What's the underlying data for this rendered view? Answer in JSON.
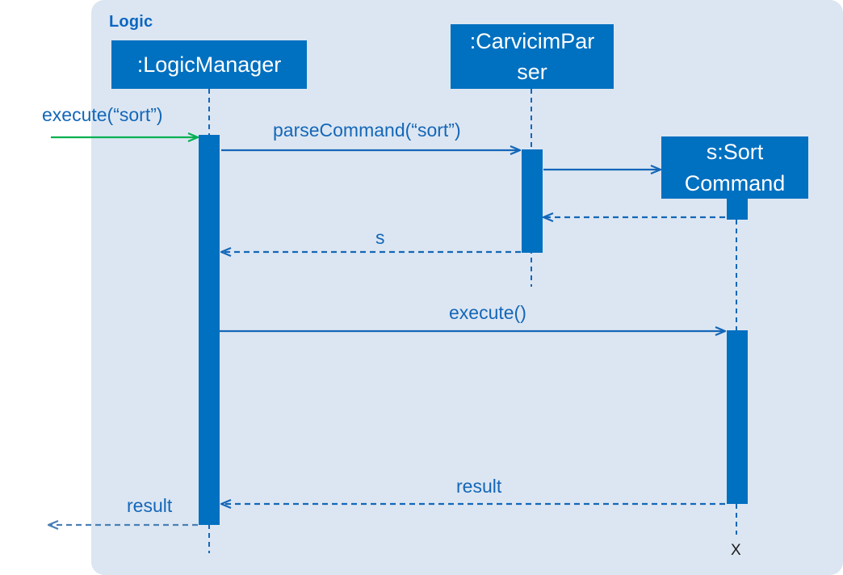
{
  "frame": {
    "title": "Logic"
  },
  "participants": {
    "logic_manager": ":LogicManager",
    "parser_line1": ":CarvicimPar",
    "parser_line2": "ser",
    "sort_line1": "s:Sort",
    "sort_line2": "Command"
  },
  "messages": {
    "execute_sort": "execute(“sort”)",
    "parse_command": "parseCommand(“sort”)",
    "return_s": "s",
    "execute": "execute()",
    "return_result_inner": "result",
    "return_result_outer": "result"
  },
  "destroy_mark": "X",
  "colors": {
    "frame_bg": "#dce6f2",
    "box": "#0070c0",
    "arrow": "#1467b8",
    "found_message": "#00b050"
  }
}
